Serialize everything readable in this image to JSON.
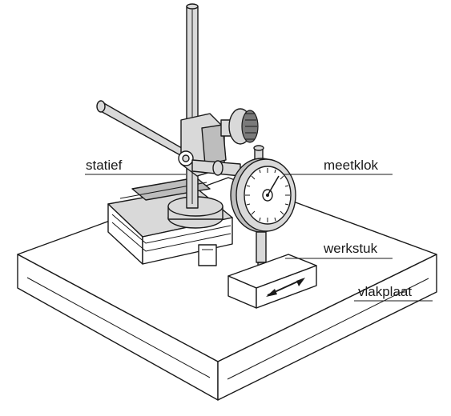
{
  "labels": {
    "stand": "statief",
    "dial_gauge": "meetklok",
    "workpiece": "werkstuk",
    "surface_plate": "vlakplaat"
  }
}
